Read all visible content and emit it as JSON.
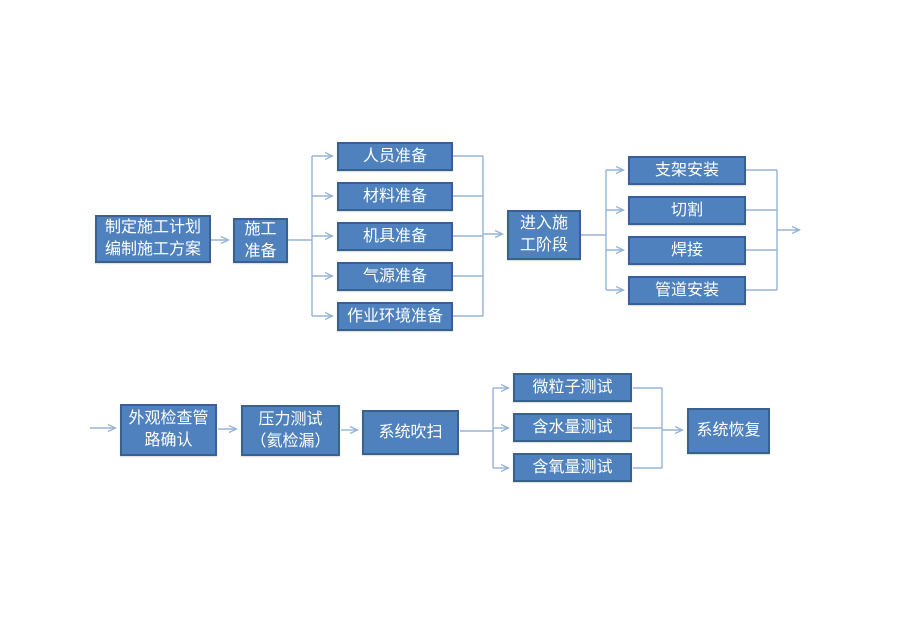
{
  "diagram": {
    "type": "flowchart",
    "colors": {
      "node_fill": "#4e81bd",
      "node_border": "#38618f",
      "connector": "#95b3d7",
      "node_text": "#ffffff",
      "background": "#ffffff"
    },
    "nodes": {
      "plan": {
        "label": "制定施工计划\n编制施工方案"
      },
      "prep": {
        "label": "施工\n准备"
      },
      "personnel": {
        "label": "人员准备"
      },
      "material": {
        "label": "材料准备"
      },
      "equipment": {
        "label": "机具准备"
      },
      "gas": {
        "label": "气源准备"
      },
      "env": {
        "label": "作业环境准备"
      },
      "enter": {
        "label": "进入施\n工阶段"
      },
      "bracket": {
        "label": "支架安装"
      },
      "cut": {
        "label": "切割"
      },
      "weld": {
        "label": "焊接"
      },
      "pipe": {
        "label": "管道安装"
      },
      "visual": {
        "label": "外观检查管\n路确认"
      },
      "pressure": {
        "label": "压力测试\n（氦检漏）"
      },
      "purge": {
        "label": "系统吹扫"
      },
      "particle": {
        "label": "微粒子测试"
      },
      "moisture": {
        "label": "含水量测试"
      },
      "oxygen": {
        "label": "含氧量测试"
      },
      "recovery": {
        "label": "系统恢复"
      }
    }
  }
}
